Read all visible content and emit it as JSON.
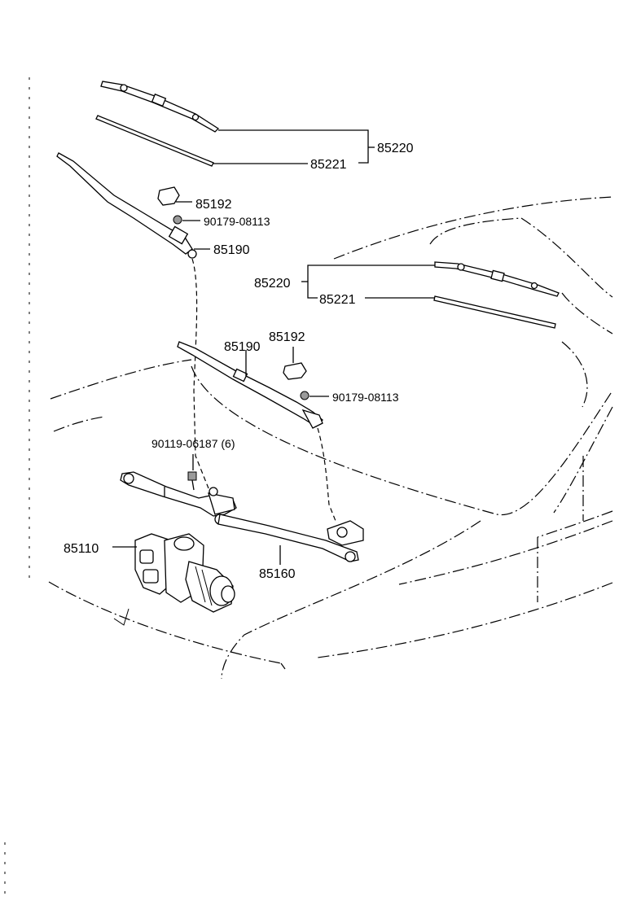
{
  "labels": {
    "upper_blade_assy": "85220",
    "upper_blade_rubber": "85221",
    "upper_cap": "85192",
    "upper_nut": "90179-08113",
    "upper_arm": "85190",
    "lower_blade_assy": "85220",
    "lower_blade_rubber": "85221",
    "lower_arm": "85190",
    "lower_cap": "85192",
    "lower_nut": "90179-08113",
    "bolt": "90119-06187 (6)",
    "motor": "85110",
    "link": "85160"
  }
}
